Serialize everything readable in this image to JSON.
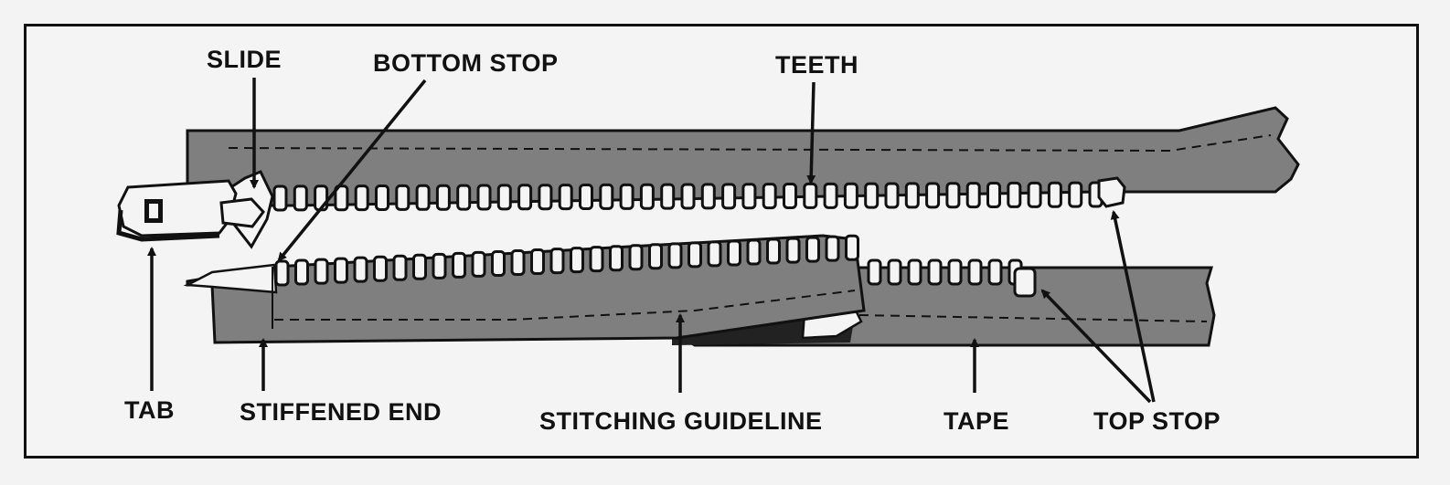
{
  "diagram": {
    "labels": {
      "slide": "SLIDE",
      "bottom_stop": "BOTTOM STOP",
      "teeth": "TEETH",
      "tab": "TAB",
      "stiffened_end": "STIFFENED END",
      "stitching_guideline": "STITCHING GUIDELINE",
      "tape": "TAPE",
      "top_stop": "TOP STOP"
    },
    "colors": {
      "tape": "#7f7f7f",
      "ink": "#111111",
      "teeth": "#f4f4f4",
      "background": "#f4f4f4"
    }
  }
}
